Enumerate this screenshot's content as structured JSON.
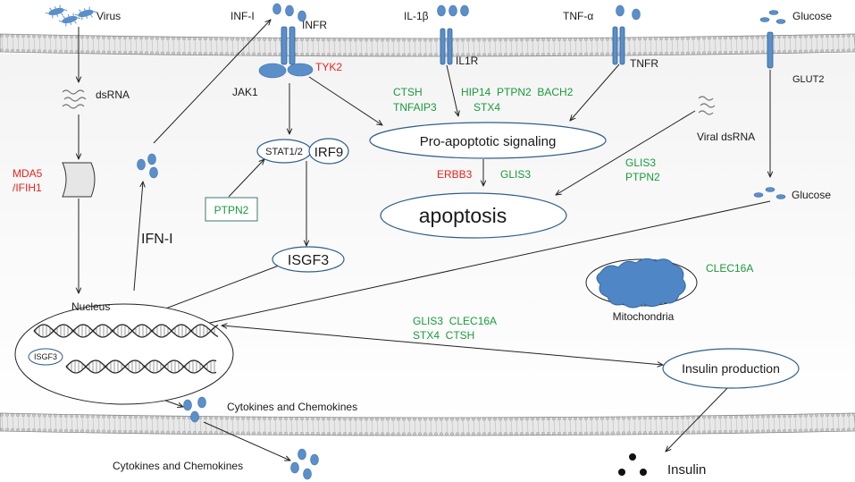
{
  "labels": {
    "virus": "Virus",
    "dsrna": "dsRNA",
    "mda5_1": "MDA5",
    "mda5_2": "/IFIH1",
    "inf_i": "INF-I",
    "infr": "INFR",
    "tyk2": "TYK2",
    "jak1": "JAK1",
    "il1b": "IL-1β",
    "il1r": "IL1R",
    "tnfa": "TNF-α",
    "tnfr": "TNFR",
    "glucose_top": "Glucose",
    "glut2": "GLUT2",
    "glucose_mid": "Glucose",
    "viral_dsrna": "Viral dsRNA",
    "stat12": "STAT1/2",
    "irf9": "IRF9",
    "ptpn2_box": "PTPN2",
    "isgf3": "ISGF3",
    "isgf3_small": "ISGF3",
    "ifn_i": "IFN-I",
    "nucleus": "Nucleus",
    "pro_apoptotic": "Pro-apoptotic signaling",
    "apoptosis": "apoptosis",
    "ctsh": "CTSH",
    "tnfaip3": "TNFAIP3",
    "hip14_row": "HIP14  PTPN2  BACH2",
    "stx4": "STX4",
    "erbb3": "ERBB3",
    "glis3_mid": "GLIS3",
    "glis3_right": "GLIS3",
    "ptpn2_right": "PTPN2",
    "clec16a_mito": "CLEC16A",
    "mitochondria": "Mitochondria",
    "genes_row1": "GLIS3  CLEC16A",
    "genes_row2": "STX4  CTSH",
    "insulin_production": "Insulin production",
    "cytokines_inner": "Cytokines and Chemokines",
    "cytokines_outer": "Cytokines and Chemokines",
    "insulin": "Insulin"
  },
  "colors": {
    "membrane": "#c7c7c7",
    "membrane_line": "#8a8a8a",
    "molecule": "#5b8fca",
    "text_red": "#e8231e",
    "text_green": "#1a9a3c",
    "ellipse_border": "#2e5f8a"
  }
}
